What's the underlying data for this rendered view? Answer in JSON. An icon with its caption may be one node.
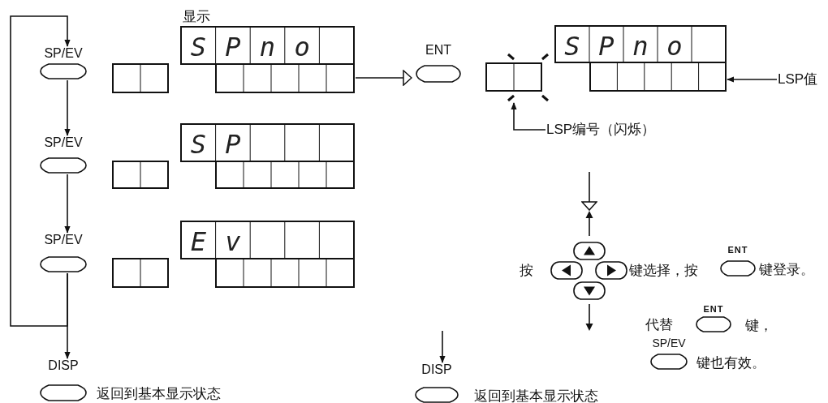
{
  "diagram": {
    "nodes": [
      {
        "text": [
          "SP/EV"
        ]
      },
      {
        "text": [],
        "shape": "box"
      },
      {
        "text": [
          "显示",
          "SPno"
        ]
      },
      {
        "text": [
          "ENT"
        ]
      },
      {
        "text": [],
        "shape": "box"
      },
      {
        "text": [
          "SPno"
        ]
      },
      {
        "text": [
          "LSP值"
        ]
      },
      {
        "text": [
          "LSP编号（闪烁）"
        ]
      },
      {
        "text": [
          "SP/EV"
        ]
      },
      {
        "text": [],
        "shape": "box"
      },
      {
        "text": [
          "SP"
        ]
      },
      {
        "text": [
          "SP/EV"
        ]
      },
      {
        "text": [],
        "shape": "box"
      },
      {
        "text": [
          "Ev"
        ]
      },
      {
        "text": [
          "DISP"
        ],
        "beside": [
          "返回到基本显示状态"
        ]
      },
      {
        "text": [],
        "shape": "picture"
      },
      {
        "text": [
          "ENT"
        ],
        "beside": [
          "键登录。"
        ]
      },
      {
        "text": [
          "ENT"
        ],
        "beside": [
          "键，"
        ]
      },
      {
        "text": [
          "SP/EV"
        ],
        "beside": [
          "键也有效。"
        ]
      },
      {
        "text": [
          "DISP"
        ],
        "beside": [
          "返回到基本显示状态"
        ]
      }
    ],
    "edges": [
      {
        "from": 11,
        "to": 0,
        "arrow": "to"
      },
      {
        "from": 0,
        "to": 8,
        "arrow": "to"
      },
      {
        "from": 8,
        "to": 11,
        "arrow": "to"
      },
      {
        "from": 11,
        "to": 14,
        "arrow": "to"
      },
      {
        "from": 2,
        "to": 3,
        "arrow": "to"
      },
      {
        "from": null,
        "to": 15,
        "arrow": "to"
      },
      {
        "from": 6,
        "to": 5,
        "arrow": "to"
      },
      {
        "from": 7,
        "to": 4,
        "arrow": "to"
      },
      {
        "from": null,
        "to": 19,
        "arrow": "to"
      }
    ],
    "labels": [
      "按",
      "键选择，按",
      "代替"
    ]
  }
}
